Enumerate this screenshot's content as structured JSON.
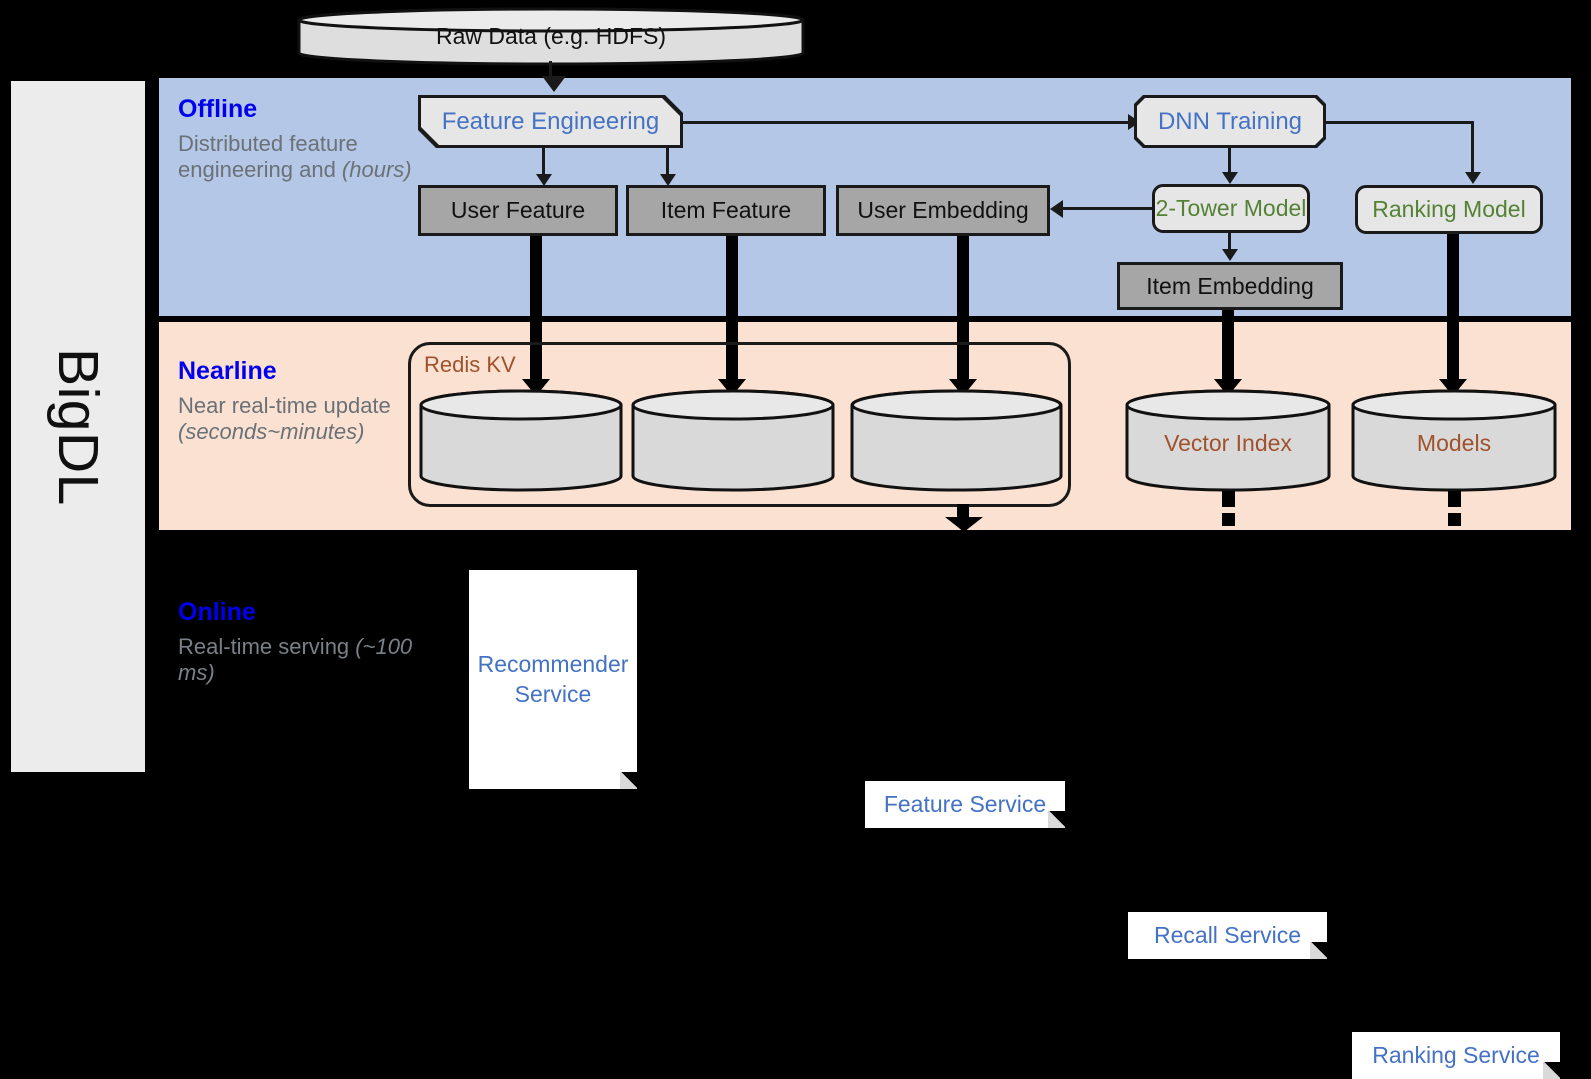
{
  "platform": {
    "name": "BigDL"
  },
  "source": {
    "label": "Raw Data (e.g. HDFS)"
  },
  "bands": [
    {
      "id": "offline",
      "title": "Offline",
      "description": "Distributed feature engineering and ",
      "timing": "(hours)"
    },
    {
      "id": "nearline",
      "title": "Nearline",
      "description": "Near real-time update ",
      "timing": "(seconds~minutes)"
    },
    {
      "id": "online",
      "title": "Online",
      "description": "Real-time serving ",
      "timing": "(~100 ms)"
    }
  ],
  "offline": {
    "feature_engineering": "Feature Engineering",
    "dnn_training": "DNN Training",
    "user_feature": "User Feature",
    "item_feature": "Item Feature",
    "user_embedding": "User Embedding",
    "two_tower_model": "2-Tower Model",
    "ranking_model": "Ranking Model",
    "item_embedding": "Item Embedding"
  },
  "nearline": {
    "redis_kv": "Redis KV",
    "vector_index": "Vector Index",
    "models": "Models"
  },
  "online": {
    "recommender_service": "Recommender Service",
    "feature_service": "Feature Service",
    "recall_service": "Recall Service",
    "ranking_service": "Ranking Service"
  },
  "colors": {
    "offline_band": "#b4c7e7",
    "nearline_band": "#fae1d1",
    "online_band": "#000000",
    "band_title": "#0000ee",
    "process_blue": "#4472c4",
    "model_green": "#548235",
    "storage_brown": "#a0522d",
    "data_gray": "#a6a6a6",
    "card_gray": "#e7e6e6"
  }
}
